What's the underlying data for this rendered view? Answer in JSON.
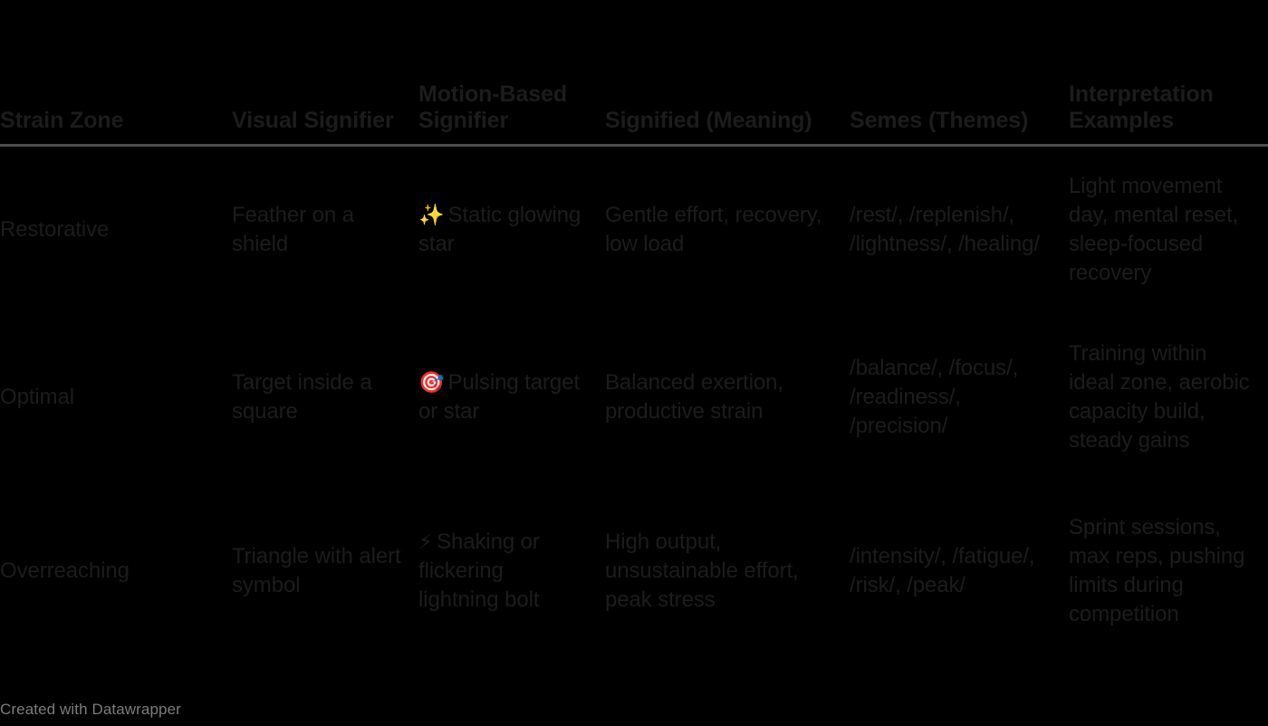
{
  "table": {
    "columns": [
      {
        "key": "strain_zone",
        "label": "Strain Zone"
      },
      {
        "key": "visual_signifier",
        "label": "Visual Signifier"
      },
      {
        "key": "motion_signifier",
        "label": "Motion-Based Signifier"
      },
      {
        "key": "signified",
        "label": "Signified (Meaning)"
      },
      {
        "key": "semes",
        "label": "Semes (Themes)"
      },
      {
        "key": "interpretation",
        "label": "Interpretation Examples"
      }
    ],
    "rows": [
      {
        "strain_zone": "Restorative",
        "visual_signifier": "Feather on a shield",
        "motion_icon": "✨",
        "motion_icon_name": "sparkles-icon",
        "motion_signifier": "Static glowing star",
        "signified": "Gentle effort, recovery, low load",
        "semes": "/rest/, /replenish/, /lightness/, /healing/",
        "interpretation": "Light movement day, mental reset, sleep-focused recovery"
      },
      {
        "strain_zone": "Optimal",
        "visual_signifier": "Target inside a square",
        "motion_icon": "🎯",
        "motion_icon_name": "direct-hit-target-icon",
        "motion_signifier": "Pulsing target or star",
        "signified": "Balanced exertion, productive strain",
        "semes": "/balance/, /focus/, /readiness/, /precision/",
        "interpretation": "Training within ideal zone, aerobic capacity build, steady gains"
      },
      {
        "strain_zone": "Overreaching",
        "visual_signifier": "Triangle with alert symbol",
        "motion_icon": "⚡",
        "motion_icon_name": "high-voltage-lightning-bolt-icon",
        "motion_signifier": "Shaking or flickering lightning bolt",
        "signified": "High output, unsustainable effort, peak stress",
        "semes": "/intensity/, /fatigue/, /risk/, /peak/",
        "interpretation": "Sprint sessions, max reps, pushing limits during competition"
      }
    ]
  },
  "footer": {
    "credit": "Created with Datawrapper"
  },
  "colors": {
    "background": "#000000",
    "text": "#1c1c1c",
    "header_rule": "#4d4d4d",
    "footer_text": "#7c7c7c"
  }
}
